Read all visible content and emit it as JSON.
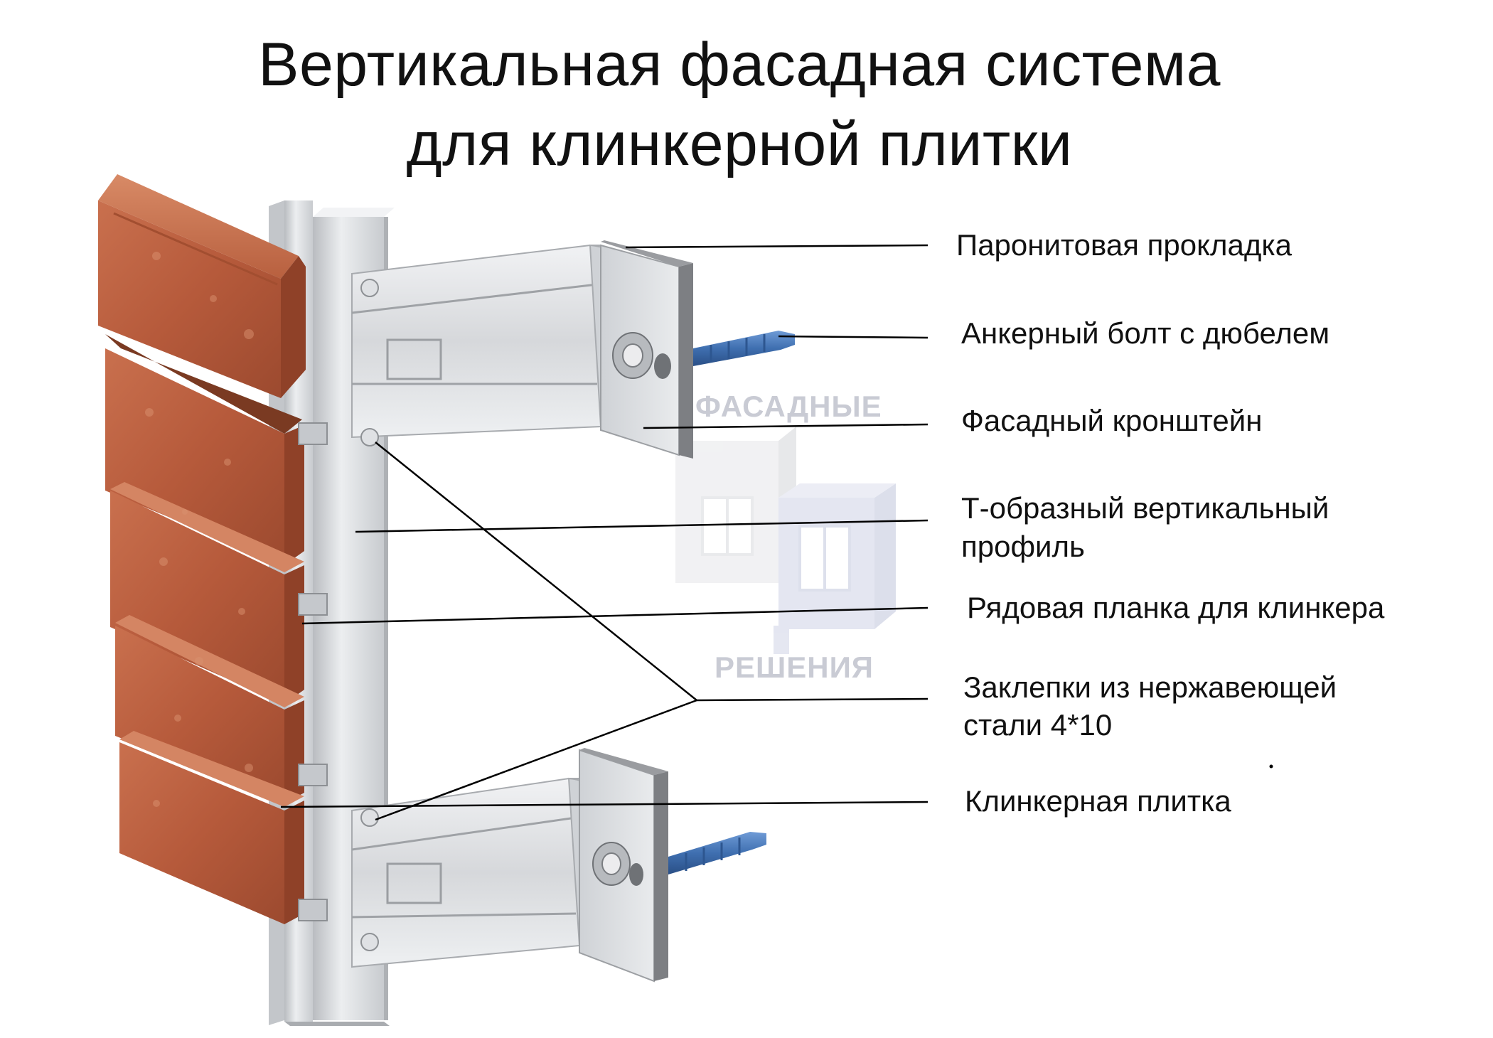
{
  "title": {
    "line1": "Вертикальная фасадная система",
    "line2": "для клинкерной плитки"
  },
  "labels": [
    {
      "id": "paronite-gasket",
      "text": "Паронитовая прокладка"
    },
    {
      "id": "anchor-bolt",
      "text": "Анкерный болт с дюбелем"
    },
    {
      "id": "facade-bracket",
      "text": "Фасадный кронштейн"
    },
    {
      "id": "t-profile",
      "text": "Т-образный вертикальный",
      "text2": "профиль"
    },
    {
      "id": "row-strip",
      "text": "Рядовая планка для клинкера"
    },
    {
      "id": "rivets",
      "text": "Заклепки из нержавеющей",
      "text2": "стали 4*10"
    },
    {
      "id": "clinker-tile",
      "text": "Клинкерная плитка"
    }
  ],
  "watermark": {
    "top": "ФАСАДНЫЕ",
    "bottom": "РЕШЕНИЯ"
  },
  "colors": {
    "brick": "#b4593a",
    "metal": "#d9dbde",
    "anchor": "#3f6fb0",
    "gasket": "#7d7f83",
    "leader": "#000000"
  }
}
